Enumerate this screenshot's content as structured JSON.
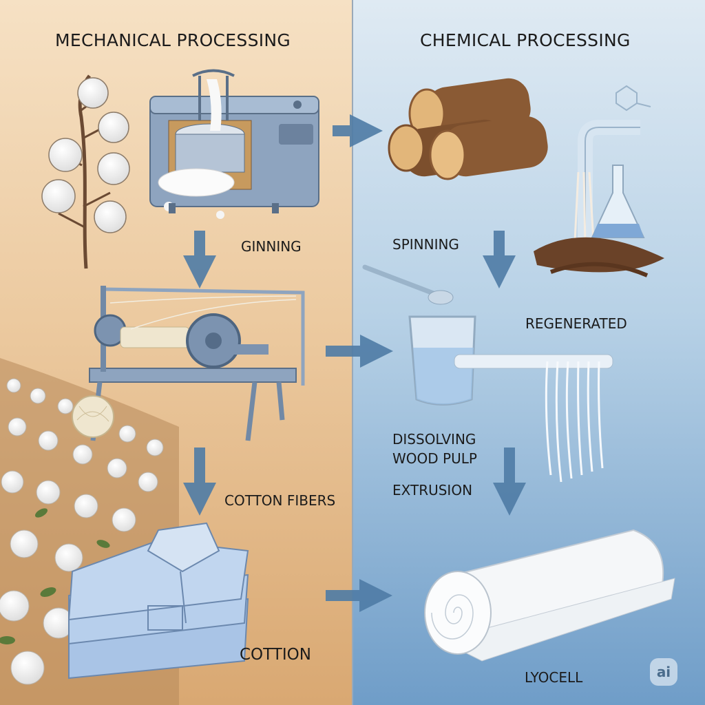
{
  "headings": {
    "left": "MECHANICAL PROCESSING",
    "right": "CHEMICAL PROCESSING"
  },
  "labels": {
    "ginning": "GINNING",
    "cotton_fibers": "COTTON FIBERS",
    "cotton": "COTTION",
    "spinning": "SPINNING",
    "regenerated": "REGENERATED",
    "dissolving_line1": "DISSOLVING",
    "dissolving_line2": "WOOD PULP",
    "extrusion": "EXTRUSION",
    "lyocell": "LYOCELL"
  },
  "badge": "ai",
  "colors": {
    "left_panel": "#eccaa0",
    "right_panel": "#b7d1e6",
    "arrow": "#4f7ca6",
    "machine": "#8ea4bf",
    "shirt": "#a9c4e6",
    "wood": "#8a5a34"
  }
}
